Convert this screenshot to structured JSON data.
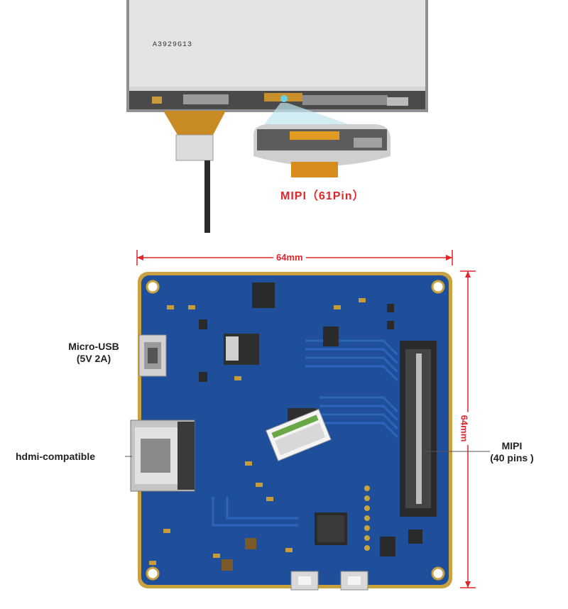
{
  "display": {
    "model_code": "A3929G13",
    "connector_caption": "MIPI（61Pin）"
  },
  "dimensions": {
    "width": "64mm",
    "height": "64mm"
  },
  "callouts": {
    "usb_line1": "Micro-USB",
    "usb_line2": "(5V 2A)",
    "hdmi": "hdmi-compatible",
    "mipi_line1": "MIPI",
    "mipi_line2": "(40 pins )"
  },
  "colors": {
    "accent_red": "#e0262b",
    "pcb_blue": "#1f4f9a",
    "pcb_border": "#c9a23f"
  }
}
